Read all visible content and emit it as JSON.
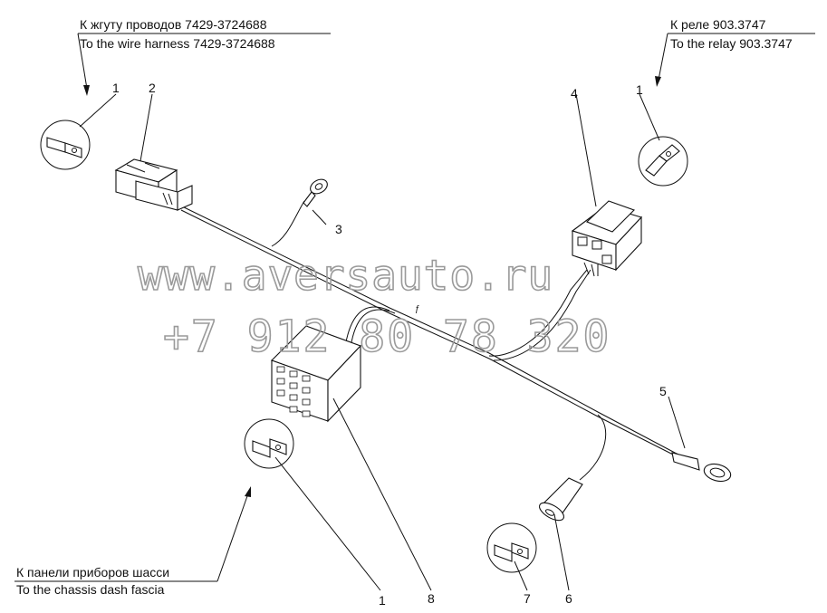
{
  "callouts": {
    "harness": {
      "ru": "К жгуту проводов 7429-3724688",
      "en": "To the wire harness 7429-3724688"
    },
    "relay": {
      "ru": "К реле 903.3747",
      "en": "To the relay 903.3747"
    },
    "dash": {
      "ru": "К панели приборов шасси",
      "en": "To the chassis dash fascia"
    }
  },
  "part_numbers": {
    "p1_top_left": "1",
    "p2": "2",
    "p3": "3",
    "p4": "4",
    "p1_top_right": "1",
    "p5": "5",
    "p8": "8",
    "p1_bottom": "1",
    "p7": "7",
    "p6": "6"
  },
  "watermark": {
    "site": "www.aversauto.ru",
    "phone": "+7 912 80 78 320"
  },
  "misc_mark": "ƒ"
}
